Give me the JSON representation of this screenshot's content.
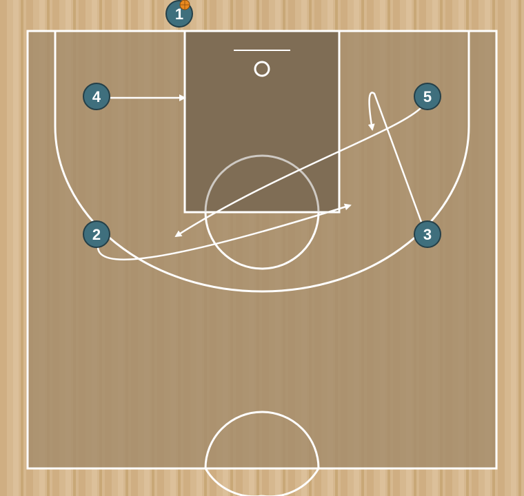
{
  "colors": {
    "wood_light": "#d6b88f",
    "wood_dark": "#c9a877",
    "court_fill": "#a68d6c",
    "paint_fill": "#7f6d55",
    "line": "#ffffff",
    "player_fill": "#3f6f7d",
    "player_stroke": "#243f48",
    "ball": "#e8891f"
  },
  "players": [
    {
      "id": "p1",
      "label": "1",
      "has_ball": true
    },
    {
      "id": "p2",
      "label": "2",
      "has_ball": false
    },
    {
      "id": "p3",
      "label": "3",
      "has_ball": false
    },
    {
      "id": "p4",
      "label": "4",
      "has_ball": false
    },
    {
      "id": "p5",
      "label": "5",
      "has_ball": false
    }
  ],
  "movements": [
    {
      "player": "4",
      "type": "cut-arrow"
    },
    {
      "player": "5",
      "type": "cut-arrow"
    },
    {
      "player": "2",
      "type": "cut-arrow"
    },
    {
      "player": "3",
      "type": "cut-arrow"
    }
  ]
}
